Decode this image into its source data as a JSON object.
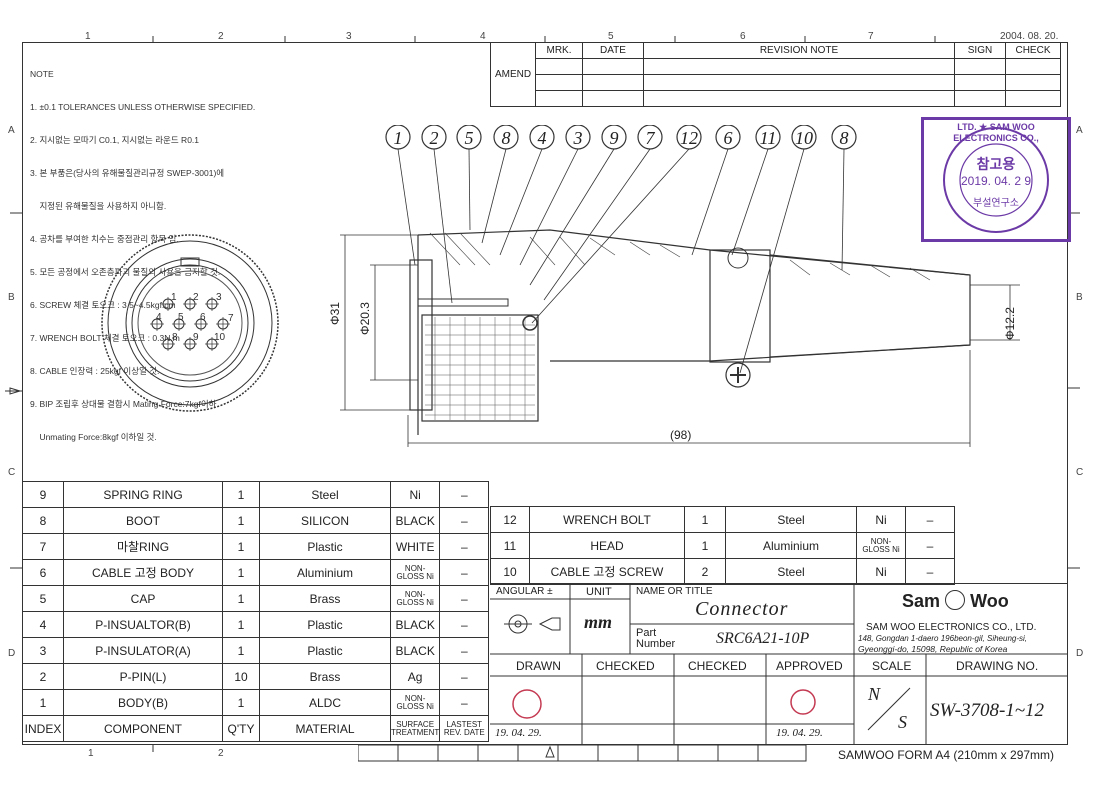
{
  "header": {
    "date": "2004. 08. 20.",
    "top_numbers": [
      "1",
      "2",
      "3",
      "4",
      "5",
      "6",
      "7"
    ],
    "side_letters_left": [
      "A",
      "B",
      "C",
      "D"
    ],
    "side_letters_right": [
      "A",
      "B",
      "C",
      "D"
    ]
  },
  "notes": {
    "title": "NOTE",
    "lines": [
      "1. ±0.1 TOLERANCES UNLESS OTHERWISE SPECIFIED.",
      "2. 지시없는 모따기 C0.1, 지시없는 라운드 R0.1",
      "3. 본 부품은(당사의 유해물질관리규정 SWEP-3001)에",
      "    지정된 유해물질을 사용하지 아니함.",
      "4. 공차를 부여한 치수는 중점관리 항목 임.",
      "5. 모든 공정에서 오존층파괴 물질의 사용을 금지할 것.",
      "6. SCREW 체결 토오크 : 3.5~4.5kgf.cm",
      "7. WRENCH BOLT 체결 토오크 : 0.3N.m",
      "8. CABLE 인장력 : 25kgf 이상일 것.",
      "9. BIP 조립후 상대물 결합시 Mating Force:7kgf이하",
      "    Unmating Force:8kgf 이하일 것."
    ]
  },
  "revision": {
    "amend": "AMEND",
    "mrk": "MRK.",
    "date": "DATE",
    "note": "REVISION NOTE",
    "sign": "SIGN",
    "check": "CHECK"
  },
  "callouts": [
    "1",
    "2",
    "5",
    "8",
    "4",
    "3",
    "9",
    "7",
    "12",
    "6",
    "11",
    "10",
    "8"
  ],
  "dimensions": {
    "d31": "Φ31",
    "d20": "Φ20.3",
    "d12": "Φ12.2",
    "len": "(98)"
  },
  "pin_labels": [
    "1",
    "2",
    "3",
    "4",
    "5",
    "6",
    "7",
    "8",
    "9",
    "10"
  ],
  "stamp": {
    "ring_text": "LTD. ★ SAM WOO ELECTRONICS CO.,",
    "title": "참고용",
    "date": "2019. 04. 2 9",
    "dept": "부설연구소"
  },
  "bom_left": [
    {
      "index": "9",
      "component": "SPRING RING",
      "qty": "1",
      "material": "Steel",
      "surface": "Ni",
      "rev": "–"
    },
    {
      "index": "8",
      "component": "BOOT",
      "qty": "1",
      "material": "SILICON",
      "surface": "BLACK",
      "rev": "–"
    },
    {
      "index": "7",
      "component": "마찰RING",
      "qty": "1",
      "material": "Plastic",
      "surface": "WHITE",
      "rev": "–"
    },
    {
      "index": "6",
      "component": "CABLE 고정 BODY",
      "qty": "1",
      "material": "Aluminium",
      "surface": "NON-\nGLOSS Ni",
      "rev": "–"
    },
    {
      "index": "5",
      "component": "CAP",
      "qty": "1",
      "material": "Brass",
      "surface": "NON-\nGLOSS Ni",
      "rev": "–"
    },
    {
      "index": "4",
      "component": "P-INSUALTOR(B)",
      "qty": "1",
      "material": "Plastic",
      "surface": "BLACK",
      "rev": "–"
    },
    {
      "index": "3",
      "component": "P-INSULATOR(A)",
      "qty": "1",
      "material": "Plastic",
      "surface": "BLACK",
      "rev": "–"
    },
    {
      "index": "2",
      "component": "P-PIN(L)",
      "qty": "10",
      "material": "Brass",
      "surface": "Ag",
      "rev": "–"
    },
    {
      "index": "1",
      "component": "BODY(B)",
      "qty": "1",
      "material": "ALDC",
      "surface": "NON-\nGLOSS Ni",
      "rev": "–"
    }
  ],
  "bom_header": {
    "index": "INDEX",
    "component": "COMPONENT",
    "qty": "Q'TY",
    "material": "MATERIAL",
    "surface": "SURFACE\nTREATMENT",
    "rev": "LASTEST\nREV. DATE"
  },
  "bom_right": [
    {
      "index": "12",
      "component": "WRENCH BOLT",
      "qty": "1",
      "material": "Steel",
      "surface": "Ni",
      "rev": "–"
    },
    {
      "index": "11",
      "component": "HEAD",
      "qty": "1",
      "material": "Aluminium",
      "surface": "NON-\nGLOSS Ni",
      "rev": "–"
    },
    {
      "index": "10",
      "component": "CABLE 고정 SCREW",
      "qty": "2",
      "material": "Steel",
      "surface": "Ni",
      "rev": "–"
    }
  ],
  "title_block": {
    "angular": "ANGULAR ±",
    "unit_label": "UNIT",
    "unit": "mm",
    "name_label": "NAME OR TITLE",
    "name": "Connector",
    "part_label": "Part\nNumber",
    "part_number": "SRC6A21-10P",
    "company_logo_left": "Sam",
    "company_logo_right": "Woo",
    "company_name": "SAM WOO ELECTRONICS CO., LTD.",
    "address1": "148, Gongdan 1-daero 196beon-gil, Siheung-si,",
    "address2": "Gyeonggi-do, 15098, Republic of Korea",
    "drawn": "DRAWN",
    "checked1": "CHECKED",
    "checked2": "CHECKED",
    "approved": "APPROVED",
    "scale": "SCALE",
    "drawing_no_label": "DRAWING NO.",
    "scale_n": "N",
    "scale_s": "S",
    "drawing_no": "SW-3708-1~12",
    "drawn_date": "19. 04. 29.",
    "approved_date": "19. 04. 29."
  },
  "footer": {
    "form": "SAMWOO FORM A4 (210mm x 297mm)",
    "bottom_numbers": [
      "1",
      "2"
    ]
  }
}
